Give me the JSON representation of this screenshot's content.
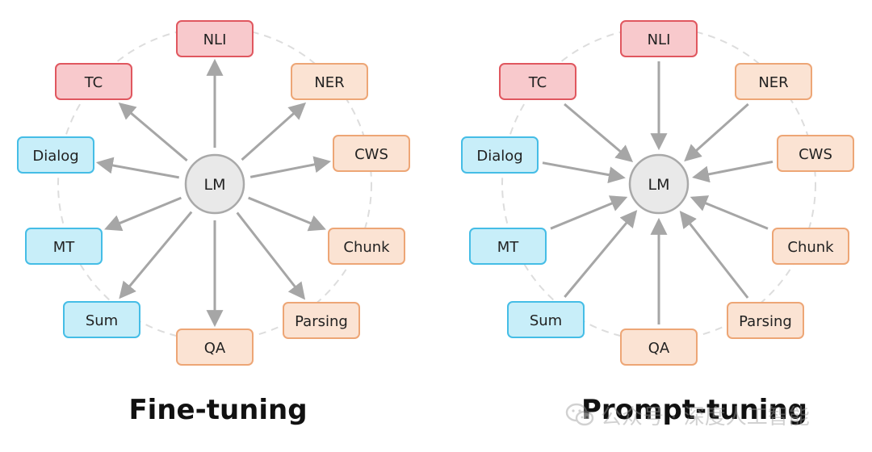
{
  "panels": [
    {
      "id": "fine",
      "title": "Fine-tuning",
      "direction": "outward",
      "center_label": "LM",
      "tasks": [
        {
          "label": "NLI",
          "group": "red"
        },
        {
          "label": "TC",
          "group": "red"
        },
        {
          "label": "NER",
          "group": "orange"
        },
        {
          "label": "Dialog",
          "group": "blue"
        },
        {
          "label": "CWS",
          "group": "orange"
        },
        {
          "label": "MT",
          "group": "blue"
        },
        {
          "label": "Chunk",
          "group": "orange"
        },
        {
          "label": "Sum",
          "group": "blue"
        },
        {
          "label": "Parsing",
          "group": "orange"
        },
        {
          "label": "QA",
          "group": "orange"
        }
      ]
    },
    {
      "id": "prompt",
      "title": "Prompt-tuning",
      "direction": "inward",
      "center_label": "LM",
      "tasks": [
        {
          "label": "NLI",
          "group": "red"
        },
        {
          "label": "TC",
          "group": "red"
        },
        {
          "label": "NER",
          "group": "orange"
        },
        {
          "label": "Dialog",
          "group": "blue"
        },
        {
          "label": "CWS",
          "group": "orange"
        },
        {
          "label": "MT",
          "group": "blue"
        },
        {
          "label": "Chunk",
          "group": "orange"
        },
        {
          "label": "Sum",
          "group": "blue"
        },
        {
          "label": "Parsing",
          "group": "orange"
        },
        {
          "label": "QA",
          "group": "orange"
        }
      ]
    }
  ],
  "colors": {
    "red": {
      "fill": "#f8c9cc",
      "stroke": "#e0575f"
    },
    "orange": {
      "fill": "#fbe3d3",
      "stroke": "#eda676"
    },
    "blue": {
      "fill": "#c8eef9",
      "stroke": "#45bde6"
    },
    "center": {
      "fill": "#e9e9e9",
      "stroke": "#a9a9a9"
    },
    "arrow": "#a6a6a6",
    "ring": "#dddddd"
  },
  "watermark": {
    "text": "公众号 · 深度人工智能",
    "icon": "wechat-icon"
  }
}
